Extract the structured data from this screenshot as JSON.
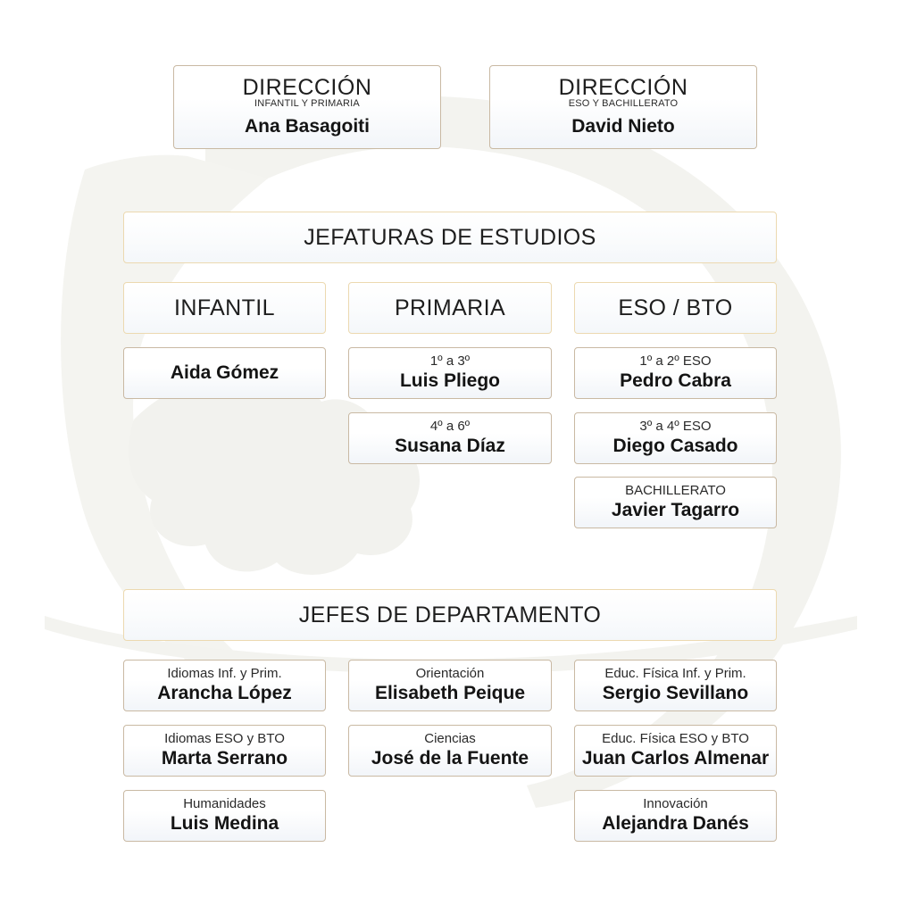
{
  "direcciones": [
    {
      "title": "DIRECCIÓN",
      "subtitle": "INFANTIL Y PRIMARIA",
      "name": "Ana Basagoiti"
    },
    {
      "title": "DIRECCIÓN",
      "subtitle": "ESO Y BACHILLERATO",
      "name": "David Nieto"
    }
  ],
  "jefaturas": {
    "title": "JEFATURAS DE ESTUDIOS",
    "levels": [
      "INFANTIL",
      "PRIMARIA",
      "ESO / BTO"
    ],
    "infantil": [
      {
        "name": "Aida Gómez"
      }
    ],
    "primaria": [
      {
        "subtitle": "1º a 3º",
        "name": "Luis Pliego"
      },
      {
        "subtitle": "4º a 6º",
        "name": "Susana Díaz"
      }
    ],
    "eso_bto": [
      {
        "subtitle": "1º a 2º ESO",
        "name": "Pedro Cabra"
      },
      {
        "subtitle": "3º a 4º ESO",
        "name": "Diego Casado"
      },
      {
        "subtitle": "BACHILLERATO",
        "name": "Javier Tagarro"
      }
    ]
  },
  "departamentos": {
    "title": "JEFES DE DEPARTAMENTO",
    "col1": [
      {
        "subtitle": "Idiomas Inf. y Prim.",
        "name": "Arancha López"
      },
      {
        "subtitle": "Idiomas ESO y BTO",
        "name": "Marta Serrano"
      },
      {
        "subtitle": "Humanidades",
        "name": "Luis Medina"
      }
    ],
    "col2": [
      {
        "subtitle": "Orientación",
        "name": "Elisabeth Peique"
      },
      {
        "subtitle": "Ciencias",
        "name": "José de la Fuente"
      }
    ],
    "col3": [
      {
        "subtitle": "Educ. Física Inf. y Prim.",
        "name": "Sergio Sevillano"
      },
      {
        "subtitle": "Educ. Física ESO y BTO",
        "name": "Juan Carlos Almenar"
      },
      {
        "subtitle": "Innovación",
        "name": "Alejandra Danés"
      }
    ]
  },
  "colors": {
    "box_border": "#c9b9a3",
    "header_border": "#ecd9b0",
    "watermark": "#f3f3ef"
  }
}
